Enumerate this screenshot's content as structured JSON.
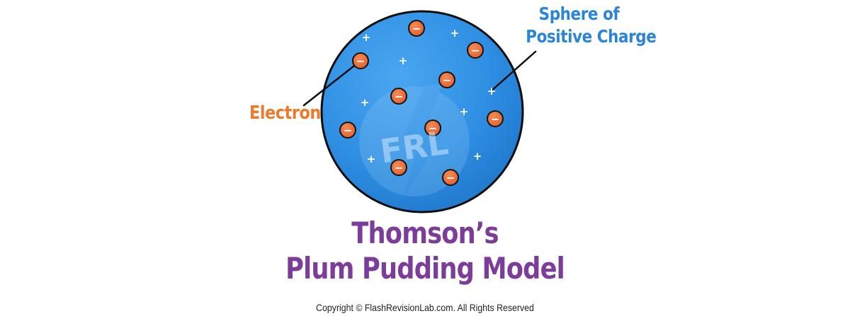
{
  "labels": {
    "sphere_line1": "Sphere of",
    "sphere_line2": "Positive Charge",
    "electron": "Electron"
  },
  "title": {
    "line1": "Thomson’s",
    "line2": "Plum Pudding Model"
  },
  "watermark": "FRL",
  "copyright": "Copyright © FlashRevisionLab.com. All Rights Reserved",
  "symbols": {
    "electron_sign": "−",
    "positive_sign": "+"
  },
  "colors": {
    "sphere_fill": "#2f8fe3",
    "sphere_outline": "#0d0d0d",
    "electron_fill": "#ec6a3a",
    "electron_outline": "#141414",
    "sphere_label": "#2b84d6",
    "electron_label": "#ee7a2c",
    "title": "#7b3c9a"
  }
}
